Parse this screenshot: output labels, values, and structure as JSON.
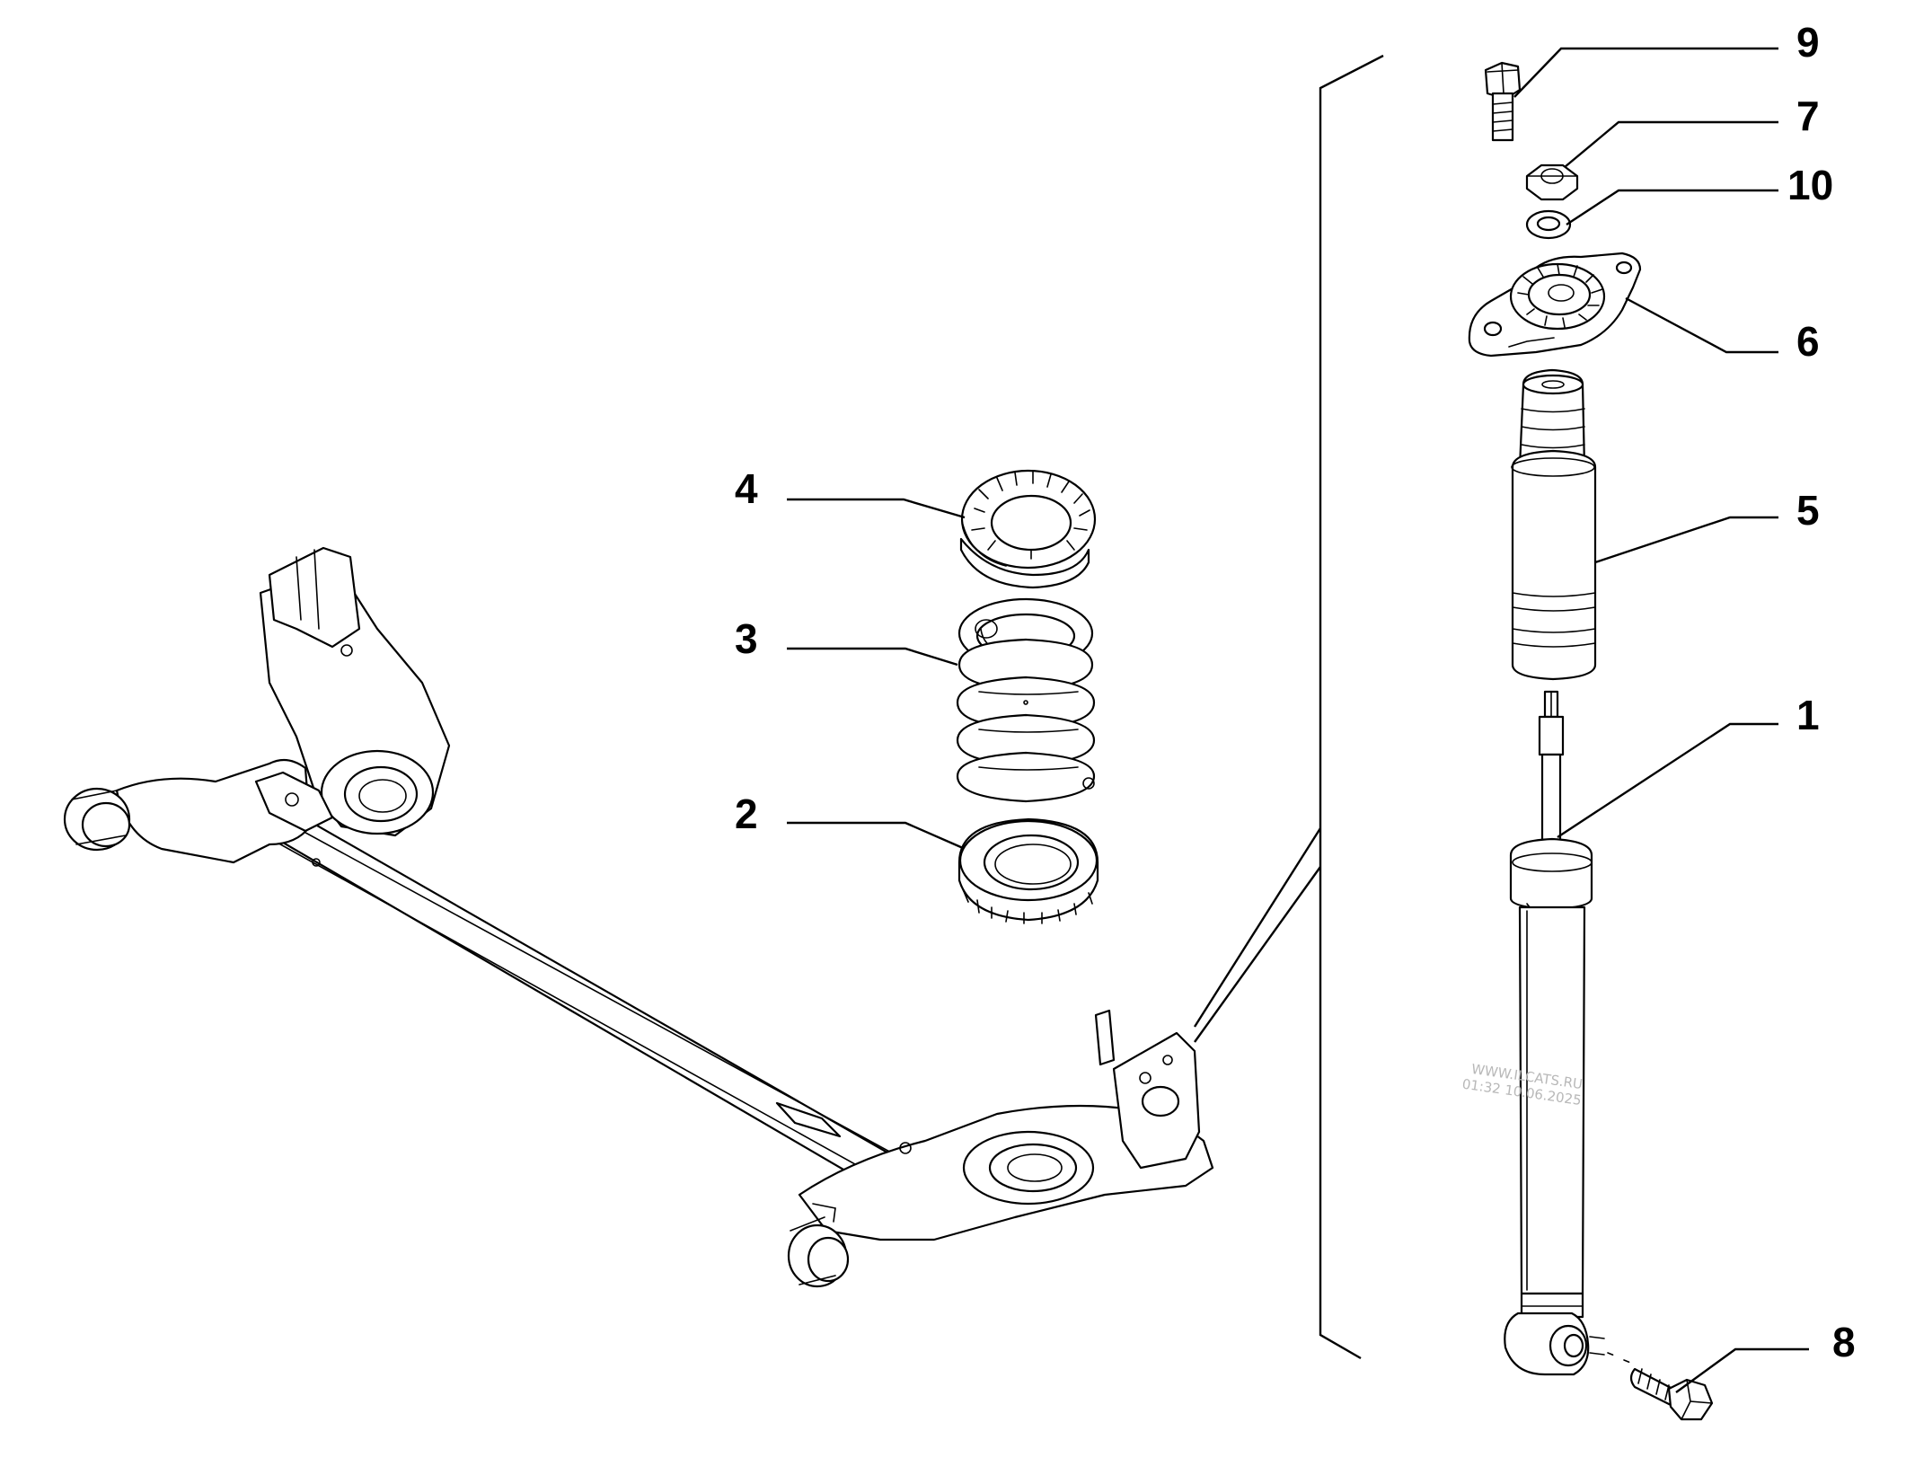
{
  "callouts": [
    {
      "id": "9",
      "label": "9"
    },
    {
      "id": "7",
      "label": "7"
    },
    {
      "id": "10",
      "label": "10"
    },
    {
      "id": "6",
      "label": "6"
    },
    {
      "id": "5",
      "label": "5"
    },
    {
      "id": "4",
      "label": "4"
    },
    {
      "id": "3",
      "label": "3"
    },
    {
      "id": "2",
      "label": "2"
    },
    {
      "id": "1",
      "label": "1"
    },
    {
      "id": "8",
      "label": "8"
    }
  ],
  "watermark": {
    "site": "WWW.ILCATS.RU",
    "timestamp": "01:32 10.06.2025"
  }
}
